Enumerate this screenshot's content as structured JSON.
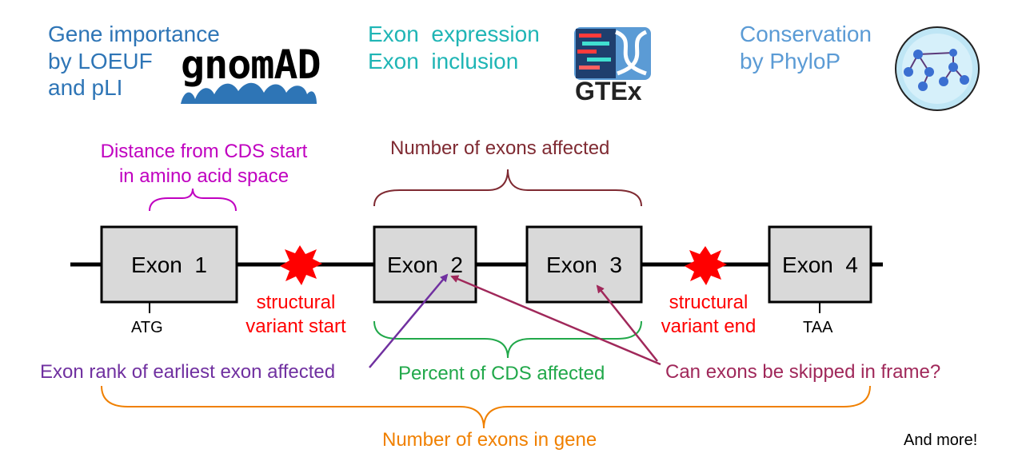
{
  "colors": {
    "blue": "#2e75b6",
    "teal": "#1fb5b5",
    "steel": "#5b9bd5",
    "magenta": "#c000c0",
    "maroon": "#7f2a32",
    "red": "#ff0000",
    "green": "#21a84a",
    "purple": "#7030a0",
    "crimson": "#a0285a",
    "orange": "#f08000",
    "exon_fill": "#d9d9d9"
  },
  "header": {
    "gnomad": {
      "lines": [
        "Gene importance",
        "by LOEUF",
        "and pLI"
      ],
      "logo_text": "gnomAD"
    },
    "gtex": {
      "lines": [
        "Exon  expression",
        "Exon  inclusion"
      ],
      "logo_text": "GTEx"
    },
    "phylop": {
      "lines": [
        "Conservation",
        "by PhyloP"
      ]
    }
  },
  "exons": [
    {
      "label": "Exon  1",
      "icon": "exon-box"
    },
    {
      "label": "Exon  2",
      "icon": "exon-box"
    },
    {
      "label": "Exon  3",
      "icon": "exon-box"
    },
    {
      "label": "Exon  4",
      "icon": "exon-box"
    }
  ],
  "codons": {
    "start": "ATG",
    "stop": "TAA"
  },
  "breakpoints": {
    "start": {
      "lines": [
        "structural",
        "variant start"
      ],
      "icon": "explosion-icon"
    },
    "end": {
      "lines": [
        "structural",
        "variant end"
      ],
      "icon": "explosion-icon"
    }
  },
  "features": {
    "distance": {
      "lines": [
        "Distance from CDS start",
        "in amino acid space"
      ]
    },
    "num_affected": "Number of exons affected",
    "exon_rank": "Exon rank of earliest exon affected",
    "percent_cds": "Percent of CDS affected",
    "skip_frame": "Can exons be skipped in frame?",
    "num_in_gene": "Number of exons in gene"
  },
  "footer": {
    "more": "And more!"
  }
}
